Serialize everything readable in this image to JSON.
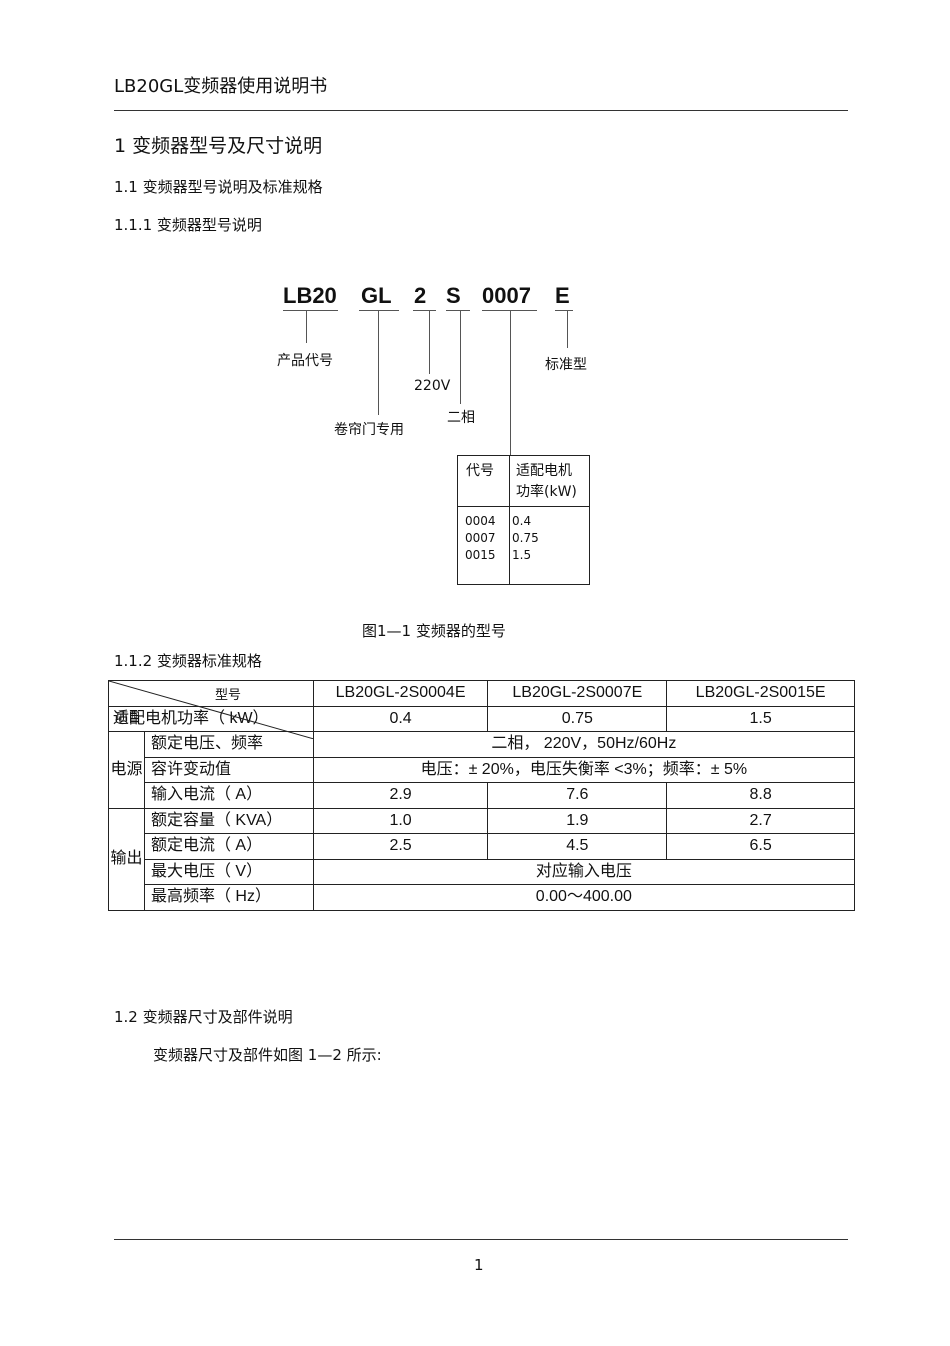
{
  "header": {
    "title": "LB20GL变频器使用说明书"
  },
  "section1": {
    "title": "1  变频器型号及尺寸说明"
  },
  "section1_1": {
    "title": "1.1   变频器型号说明及标准规格"
  },
  "section1_1_1": {
    "title": "1.1.1    变频器型号说明"
  },
  "model_code": {
    "parts": [
      "LB20",
      "GL",
      "2",
      "S",
      "0007",
      "E"
    ],
    "labels": {
      "product_code": "产品代号",
      "roller_door": "卷帘门专用",
      "voltage": "220V",
      "phase": "二相",
      "standard": "标准型"
    },
    "table": {
      "col1_header": "代号",
      "col2_header_line1": "适配电机",
      "col2_header_line2": "功率(kW)",
      "rows": [
        {
          "code": "0004",
          "power": "0.4"
        },
        {
          "code": "0007",
          "power": "0.75"
        },
        {
          "code": "0015",
          "power": "1.5"
        }
      ]
    }
  },
  "figure_caption": "图1—1    变频器的型号",
  "section1_1_2": {
    "title": "1.1.2    变频器标准规格"
  },
  "spec_table": {
    "corner_top": "型号",
    "corner_bottom": "项目",
    "models": [
      "LB20GL-2S0004E",
      "LB20GL-2S0007E",
      "LB20GL-2S0015E"
    ],
    "motor_power_label": "适配电机功率（  kW）",
    "motor_power": [
      "0.4",
      "0.75",
      "1.5"
    ],
    "power_group": "电源",
    "rated_voltage_label": "额定电压、频率",
    "rated_voltage_value": "二相， 220V，50Hz/60Hz",
    "tolerance_label": "容许变动值",
    "tolerance_value": "电压：± 20%，电压失衡率 <3%；频率：± 5%",
    "input_current_label": "输入电流（ A）",
    "input_current": [
      "2.9",
      "7.6",
      "8.8"
    ],
    "output_group": "输出",
    "rated_capacity_label": "额定容量（ KVA）",
    "rated_capacity": [
      "1.0",
      "1.9",
      "2.7"
    ],
    "rated_current_label": "额定电流（ A）",
    "rated_current": [
      "2.5",
      "4.5",
      "6.5"
    ],
    "max_voltage_label": "最大电压（ V）",
    "max_voltage_value": "对应输入电压",
    "max_freq_label": "最高频率（ Hz）",
    "max_freq_value": "0.00～400.00"
  },
  "section1_2": {
    "title": "1.2   变频器尺寸及部件说明"
  },
  "paragraph": "变频器尺寸及部件如图   1—2 所示:",
  "page_number": "1"
}
